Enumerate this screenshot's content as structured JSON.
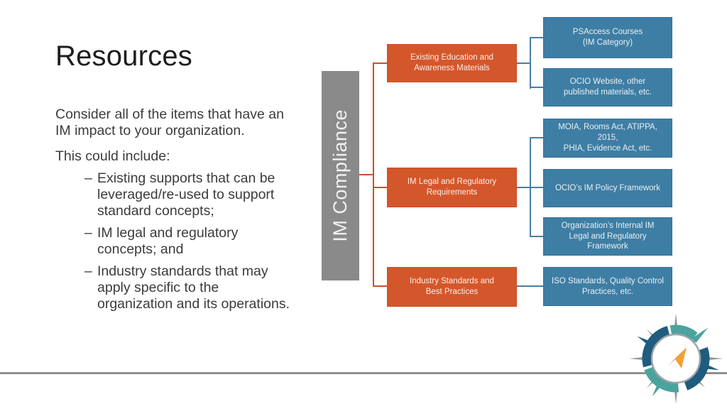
{
  "slide": {
    "title": "Resources",
    "intro": "Consider all of the items that have an IM impact to your organization.",
    "lead_in": "This could include:",
    "bullet_marker": "–",
    "bullets": [
      "Existing supports that can be leveraged/re-used to support standard concepts;",
      "IM legal and regulatory concepts; and",
      "Industry standards that may apply specific to the organization and its operations."
    ]
  },
  "diagram": {
    "root_label": "IM Compliance",
    "groups": [
      {
        "parent": "Existing Education and\nAwareness Materials",
        "children": [
          "PSAccess Courses\n(IM Category)",
          "OCIO Website, other\npublished materials, etc."
        ]
      },
      {
        "parent": "IM Legal and Regulatory\nRequirements",
        "children": [
          "MOIA, Rooms Act, ATIPPA, 2015,\nPHIA, Evidence Act, etc.",
          "OCIO’s IM Policy Framework",
          "Organization’s Internal IM\nLegal and Regulatory Framework"
        ]
      },
      {
        "parent": "Industry Standards and\nBest Practices",
        "children": [
          "ISO Standards, Quality Control\nPractices, etc."
        ]
      }
    ]
  },
  "icons": {
    "logo": "compass-logo"
  },
  "colors": {
    "accent_orange": "#d4572b",
    "accent_blue": "#3e7ea4",
    "bar_gray": "#8a8a8a",
    "connector_orange": "#c8512b",
    "connector_blue": "#4a7fa0",
    "divider_gray": "#8e8e8e",
    "logo_teal": "#4ca39e",
    "logo_navy": "#1f5c7e",
    "logo_arrow_red": "#df4f28",
    "logo_arrow_amber": "#f2a135"
  }
}
